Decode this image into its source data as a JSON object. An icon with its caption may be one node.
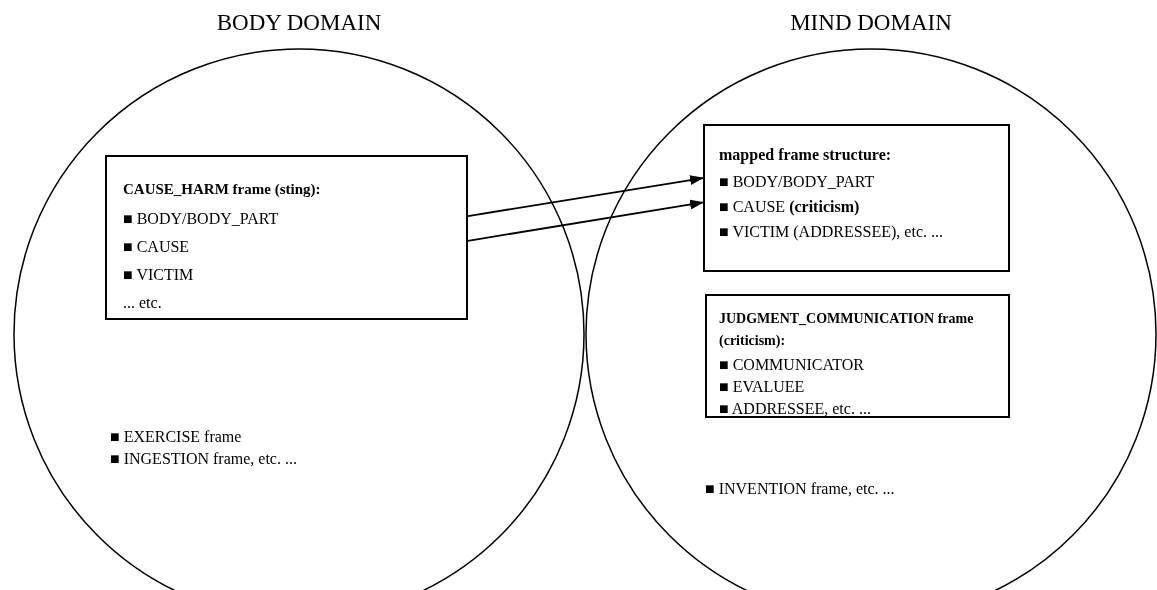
{
  "diagram": {
    "nodes": [
      {
        "text": [
          "BODY DOMAIN",
          "■ EXERCISE frame",
          "■ INGESTION frame, etc. ..."
        ]
      },
      {
        "text": [
          "MIND DOMAIN",
          "■ INVENTION frame, etc. ..."
        ]
      },
      {
        "text": [
          "CAUSE_HARM frame (sting):",
          "■ BODY/BODY_PART",
          "■ CAUSE",
          "■ VICTIM",
          "... etc."
        ],
        "in": 0
      },
      {
        "text": [
          "mapped frame structure:",
          "■ BODY/BODY_PART",
          "■ CAUSE **(criticism)**",
          "■ VICTIM (ADDRESSEE), etc. ..."
        ],
        "in": 1
      },
      {
        "text": [
          "JUDGMENT_COMMUNICATION frame (criticism):",
          "■ COMMUNICATOR",
          "■ EVALUEE",
          "■ ADDRESSEE, etc. ..."
        ],
        "in": 1
      }
    ],
    "edges": [
      {
        "from": 2,
        "to": 3,
        "arrow": "to"
      },
      {
        "from": 2,
        "to": 3,
        "arrow": "to"
      }
    ]
  }
}
